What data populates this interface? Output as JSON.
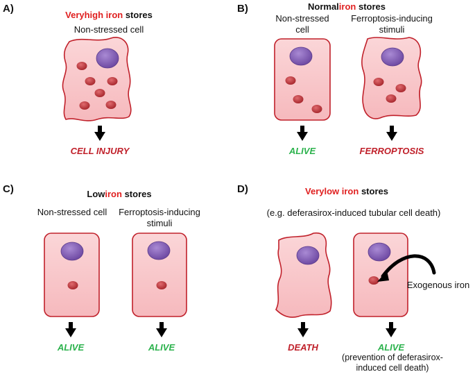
{
  "panels": {
    "a": {
      "letter": "A)",
      "title_red": "Veryhigh iron",
      "title_rest": " stores",
      "cell_label": "Non-stressed cell",
      "outcome": "CELL INJURY"
    },
    "b": {
      "letter": "B)",
      "title_pre": "Normal",
      "title_red": "iron",
      "title_rest": " stores",
      "left_label": "Non-stressed cell",
      "right_label": "Ferroptosis-inducing stimuli",
      "left_outcome": "ALIVE",
      "right_outcome": "FERROPTOSIS"
    },
    "c": {
      "letter": "C)",
      "title_pre": "Low",
      "title_red": "iron",
      "title_rest": " stores",
      "left_label": "Non-stressed cell",
      "right_label": "Ferroptosis-inducing stimuli",
      "left_outcome": "ALIVE",
      "right_outcome": "ALIVE"
    },
    "d": {
      "letter": "D)",
      "title_red": "Verylow iron",
      "title_rest": " stores",
      "subtitle": "(e.g. deferasirox-induced tubular cell death)",
      "left_outcome": "DEATH",
      "right_outcome": "ALIVE",
      "right_note": "(prevention of deferasirox-induced cell death)",
      "exogenous_label": "Exogenous iron"
    }
  },
  "colors": {
    "cell_fill": "#f9c8cb",
    "cell_stroke": "#c0202a",
    "nucleus": "#8a66b8",
    "iron_particle": "#c0393f",
    "arrow": "#000000",
    "alive": "#2bb24c",
    "death": "#c0202a",
    "title_red": "#e02020"
  }
}
